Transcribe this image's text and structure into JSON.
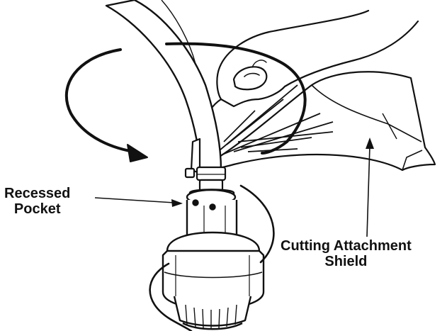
{
  "labels": {
    "recessed_pocket": {
      "line1": "Recessed",
      "line2": "Pocket"
    },
    "cutting_attachment_shield": {
      "line1": "Cutting Attachment",
      "line2": "Shield"
    }
  },
  "colors": {
    "ink": "#111111",
    "paper": "#ffffff",
    "shade": "#e6e6e6"
  },
  "icons": {
    "rotation": "curved-arrow-icon",
    "hand": "hand-icon"
  }
}
